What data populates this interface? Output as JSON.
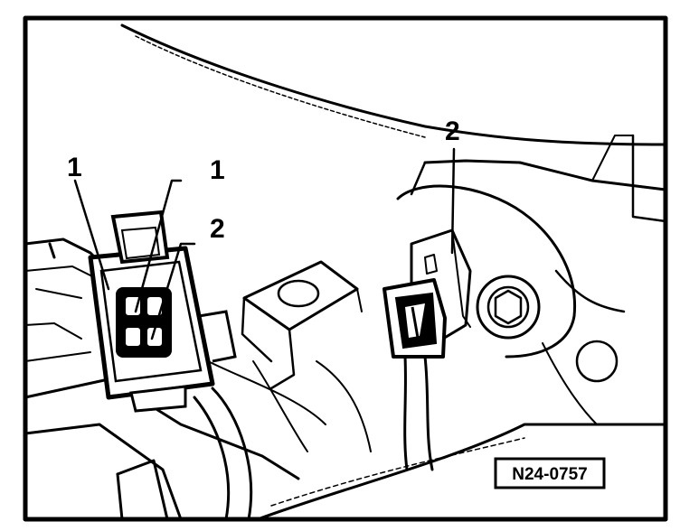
{
  "figure": {
    "callouts": [
      {
        "id": "connector-1",
        "text": "1"
      },
      {
        "id": "pin-1",
        "text": "1"
      },
      {
        "id": "pin-2",
        "text": "2"
      },
      {
        "id": "sensor-2",
        "text": "2"
      }
    ],
    "reference_code": "N24-0757",
    "colors": {
      "ink": "#000000",
      "paper": "#ffffff"
    }
  }
}
